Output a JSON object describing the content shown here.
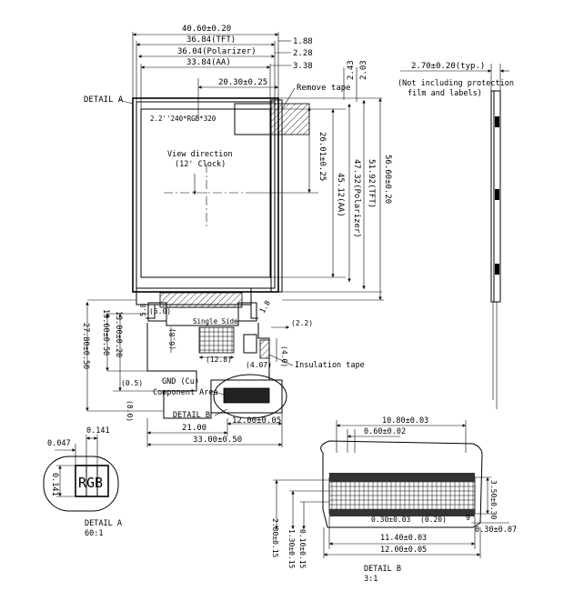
{
  "main_view": {
    "dims": {
      "w_4060": "40.60±0.20",
      "w_3684": "36.84(TFT)",
      "w_3604": "36.04(Polarizer)",
      "w_3384": "33.84(AA)",
      "d_188": "1.88",
      "d_228": "2.28",
      "d_338": "3.38",
      "d_2030": "20.30±0.25",
      "d_243": "2.43",
      "d_203": "2.03",
      "d_2601": "26.01±0.25",
      "h_4512": "45.12(AA)",
      "h_4732": "47.32(Polarizer)",
      "h_5192": "51.92(TFT)",
      "h_5660": "56.60±0.20",
      "d_50": "(5.0)",
      "d_58": "5.8",
      "d_18": "1.8",
      "d_22": "(2.2)",
      "d_40": "(4.0)",
      "d_407": "(4.07)",
      "d_128": "(12.8)",
      "d_68": "(6.8)",
      "d_05": "(0.5)",
      "d_80": "(8.0)",
      "v_1300": "13.00±0.20",
      "v_1960": "19.60±0.50",
      "v_2780": "27.80±0.50",
      "b_2100": "21.00",
      "b_1200": "12.00±0.05",
      "b_3300": "33.00±0.50"
    },
    "labels": {
      "detail_a": "DETAIL A",
      "remove_tape": "Remove tape",
      "panel_text": "2.2''240*RGB*320",
      "view_direction": "View direction",
      "clock": "(12' Clock)",
      "single_side": "Single Side",
      "gnd": "GND (Cu)",
      "component_area": "Component Area",
      "detail_b": "DETAIL B",
      "insulation_tape": "Insulation tape"
    }
  },
  "side_view": {
    "thickness": "2.70±0.20(typ.)",
    "note_line1": "(Not including protection",
    "note_line2": "film and labels)"
  },
  "detail_a": {
    "d_0047": "0.047",
    "d_0141a": "0.141",
    "d_0141b": "0.141",
    "rgb": "RGB",
    "title": "DETAIL A",
    "scale": "60:1"
  },
  "detail_b": {
    "d_1080": "10.80±0.03",
    "d_060": "0.60±0.02",
    "d_350": "3.50±0.30",
    "d_0301": "0.30±0.03",
    "d_030": "0.30±0.07",
    "d_1140": "11.40±0.03",
    "d_1200": "12.00±0.05",
    "d_020": "(0.20)",
    "d_280": "2.80±0.15",
    "d_130": "1.30±0.15",
    "d_010": "0.10±0.15",
    "d_9": "9",
    "title": "DETAIL B",
    "scale": "3:1"
  }
}
